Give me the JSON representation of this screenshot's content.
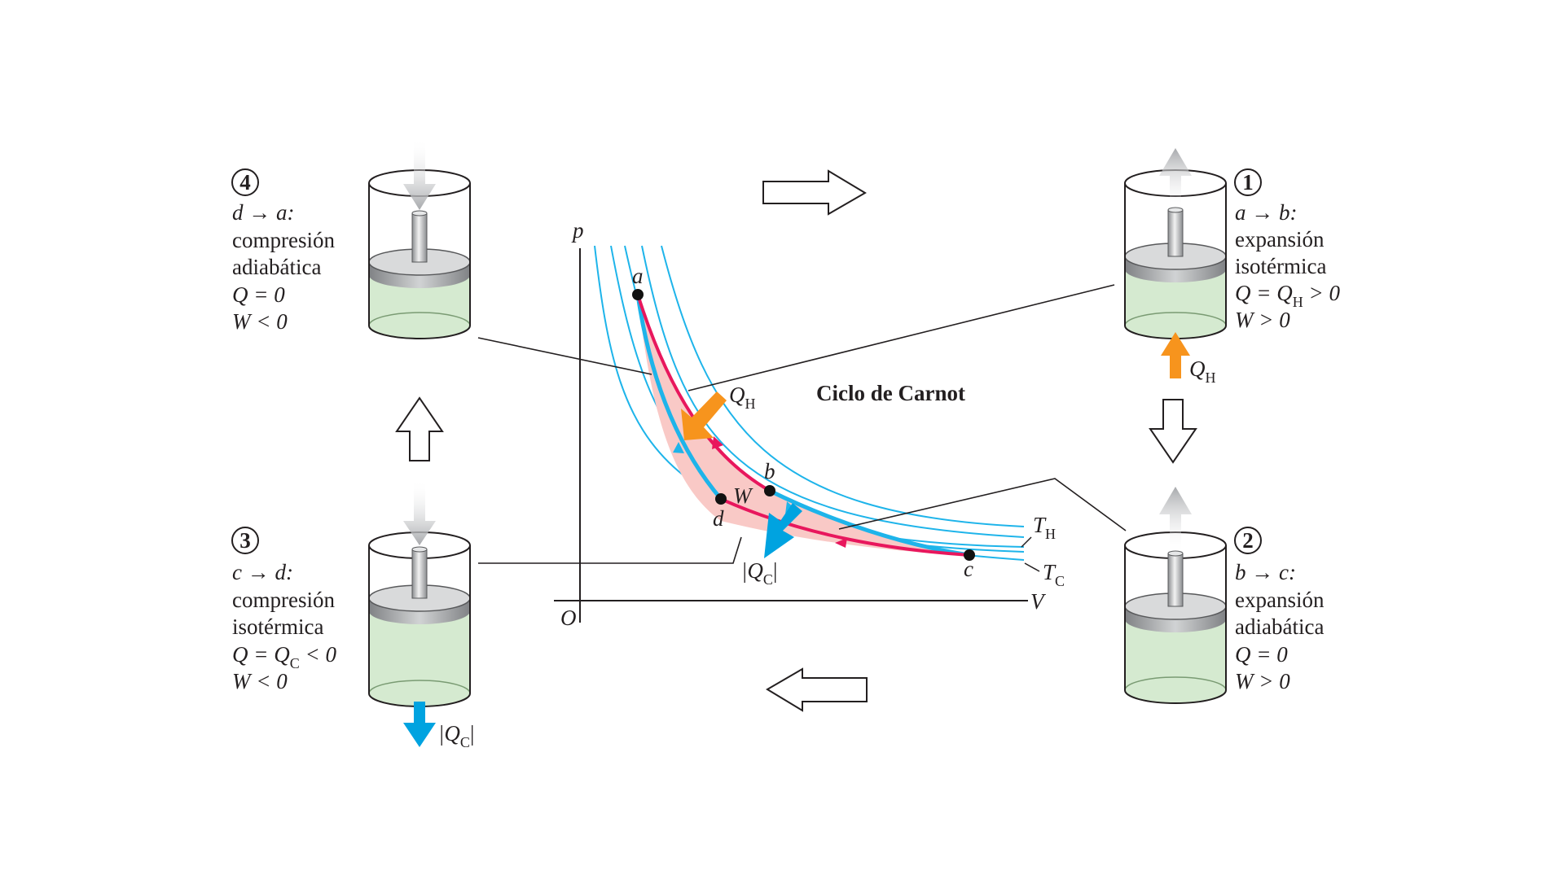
{
  "title": "Ciclo de Carnot",
  "axes": {
    "p": "p",
    "V": "V",
    "origin": "O"
  },
  "isotherms": {
    "hot": "T",
    "hot_sub": "H",
    "cold": "T",
    "cold_sub": "C"
  },
  "points": {
    "a": "a",
    "b": "b",
    "c": "c",
    "d": "d"
  },
  "work_label": "W",
  "heat_in": {
    "q": "Q",
    "sub": "H"
  },
  "heat_out": {
    "q": "|Q",
    "sub": "C",
    "end": "|"
  },
  "stages": [
    {
      "number": "1",
      "process": "a → b:",
      "line1": "expansión",
      "line2": "isotérmica",
      "q_line": "Q = Q",
      "q_sub": "H",
      "q_rest": " > 0",
      "w_line": "W > 0"
    },
    {
      "number": "2",
      "process": "b → c:",
      "line1": "expansión",
      "line2": "adiabática",
      "q_line": "Q = 0",
      "w_line": "W > 0"
    },
    {
      "number": "3",
      "process": "c → d:",
      "line1": "compresión",
      "line2": "isotérmica",
      "q_line": "Q = Q",
      "q_sub": "C",
      "q_rest": " < 0",
      "w_line": "W < 0"
    },
    {
      "number": "4",
      "process": "d → a:",
      "line1": "compresión",
      "line2": "adiabática",
      "q_line": "Q = 0",
      "w_line": "W < 0"
    }
  ],
  "colors": {
    "isotherm": "#1eb4ea",
    "adiabatic_path": "#e8175d",
    "cycle_fill": "#f9c9c6",
    "heat_in_arrow": "#f7941d",
    "heat_out_arrow": "#00a3e0",
    "gas": "#d5ead0",
    "piston": "#a7a9ac",
    "leader": "#231f20"
  }
}
